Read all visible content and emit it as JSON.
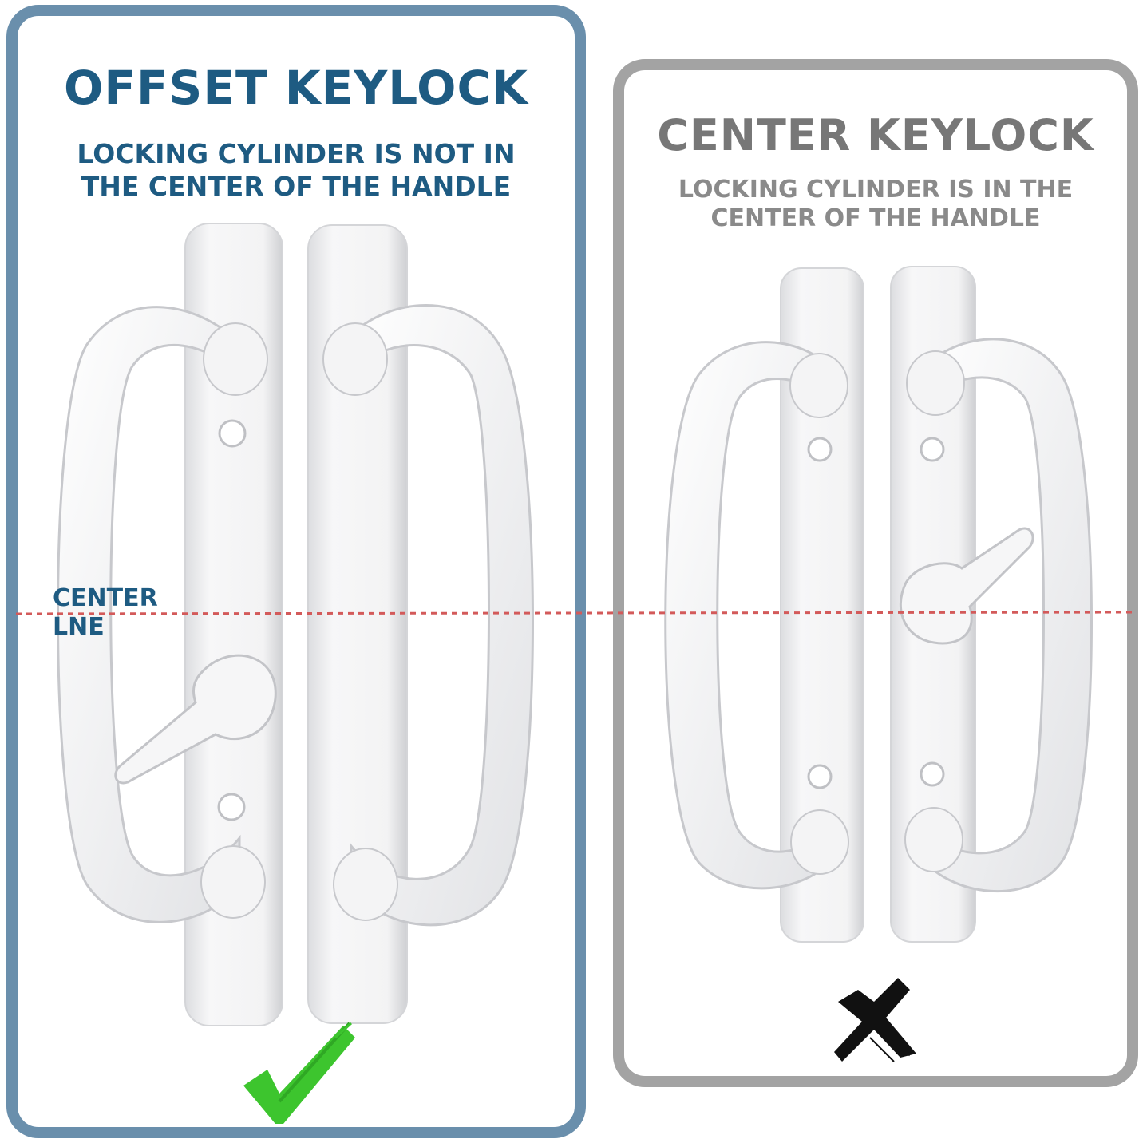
{
  "offset": {
    "title": "OFFSET KEYLOCK",
    "subtitle": "LOCKING CYLINDER IS NOT IN THE CENTER OF THE HANDLE",
    "accent_color": "#1e5b82",
    "border_color": "#6a8fac",
    "mark_icon": "green-checkmark-icon"
  },
  "center": {
    "title": "CENTER KEYLOCK",
    "subtitle": "LOCKING CYLINDER IS IN THE CENTER OF THE HANDLE",
    "accent_color": "#777777",
    "border_color": "#a3a3a3",
    "mark_icon": "black-x-icon"
  },
  "center_line": {
    "label_line1": "CENTER",
    "label_line2": "LNE",
    "color": "#d35a5a"
  }
}
